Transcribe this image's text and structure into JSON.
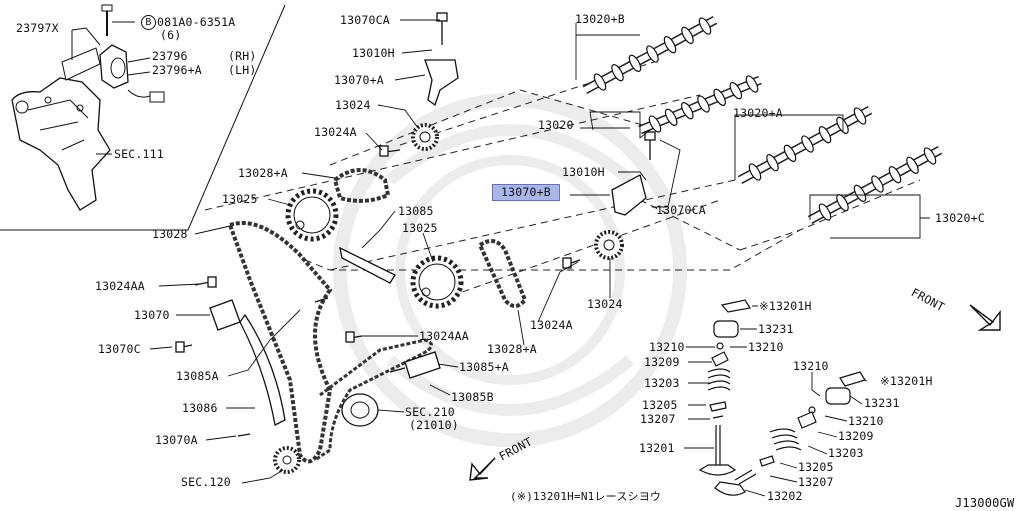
{
  "diagram": {
    "corner_code": "J13000GW",
    "footnote": "(※)13201H=N1レースシヨウ",
    "front_label": "FRONT",
    "highlighted_part": "13070+B",
    "labels": {
      "p23797x": "23797X",
      "bolt_code": "081A0-6351A",
      "bolt_qty": "(6)",
      "p23796": "23796",
      "rh": "(RH)",
      "p23796a": "23796+A",
      "lh": "(LH)",
      "sec111": "SEC.111",
      "p13070ca_top": "13070CA",
      "p13010h_top": "13010H",
      "p13070a_top": "13070+A",
      "p13024_top": "13024",
      "p13024a_top": "13024A",
      "p13028a_top": "13028+A",
      "p13025_left": "13025",
      "p13028": "13028",
      "p13085": "13085",
      "p13025_mid": "13025",
      "p13024aa_1": "13024AA",
      "p13070": "13070",
      "p13070c": "13070C",
      "p13085a": "13085A",
      "p13086": "13086",
      "p13070a_bot": "13070A",
      "sec120": "SEC.120",
      "p13024aa_2": "13024AA",
      "p13085plusa": "13085+A",
      "p13085b": "13085B",
      "sec210": "SEC.210",
      "sec210_sub": "(21010)",
      "p13028a_mid": "13028+A",
      "p13024a_mid": "13024A",
      "p13024_mid": "13024",
      "p13020b": "13020+B",
      "p13020": "13020",
      "p13010h_mid": "13010H",
      "p13070b": "13070+B",
      "p13070ca_mid": "13070CA",
      "p13020a": "13020+A",
      "p13020c": "13020+C",
      "p13201h_1": "※13201H",
      "p13231_1": "13231",
      "p13210_1": "13210",
      "p13210_2": "13210",
      "p13209_1": "13209",
      "p13203_1": "13203",
      "p13205_1": "13205",
      "p13207_1": "13207",
      "p13201": "13201",
      "p13210_3": "13210",
      "p13201h_2": "※13201H",
      "p13231_2": "13231",
      "p13210_4": "13210",
      "p13209_2": "13209",
      "p13203_2": "13203",
      "p13205_2": "13205",
      "p13207_2": "13207",
      "p13202": "13202"
    }
  }
}
